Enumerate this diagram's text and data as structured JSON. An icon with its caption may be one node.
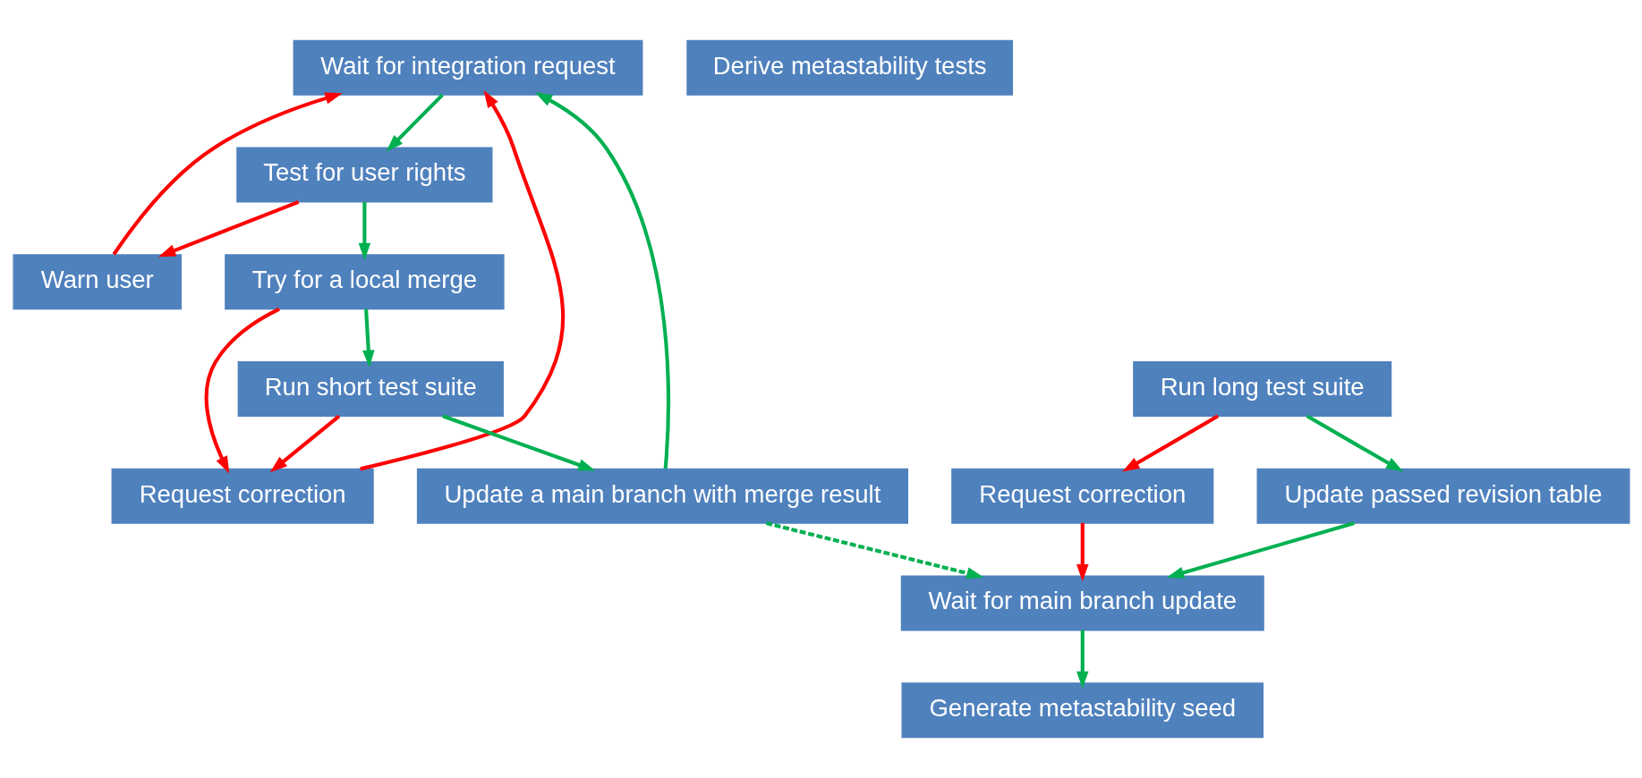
{
  "diagram": {
    "nodes": [
      {
        "text": [
          "Wait for integration request"
        ]
      },
      {
        "text": [
          "Warn user"
        ]
      },
      {
        "text": [
          "Update a main branch with merge result"
        ]
      },
      {
        "text": [
          "Test for user rights"
        ]
      },
      {
        "text": [
          "Request correction"
        ]
      },
      {
        "text": [
          "Wait for main branch update"
        ]
      },
      {
        "text": [
          "Request correction"
        ]
      },
      {
        "text": [
          "Update passed revision table"
        ]
      },
      {
        "text": [
          "Try for a local merge"
        ]
      },
      {
        "text": [
          "Generate metastability seed"
        ]
      },
      {
        "text": [
          "Derive metastability tests"
        ]
      },
      {
        "text": [
          "Run short test suite"
        ]
      },
      {
        "text": [
          "Run long test suite"
        ]
      }
    ],
    "edges": [
      {
        "from": 0,
        "to": 3,
        "arrow": "to"
      },
      {
        "from": 3,
        "to": 1,
        "arrow": "to",
        "color": "#ff0000"
      },
      {
        "from": 1,
        "to": 0,
        "arrow": "to",
        "color": "#ff0000"
      },
      {
        "from": 3,
        "to": 8,
        "arrow": "to"
      },
      {
        "from": 8,
        "to": 4,
        "arrow": "to",
        "color": "#ff0000"
      },
      {
        "from": 11,
        "to": 4,
        "arrow": "to",
        "color": "#ff0000"
      },
      {
        "from": 4,
        "to": 0,
        "arrow": "to",
        "color": "#ff0000"
      },
      {
        "from": 8,
        "to": 11,
        "arrow": "to"
      },
      {
        "from": 11,
        "to": 2,
        "arrow": "to"
      },
      {
        "from": 2,
        "to": 0,
        "arrow": "to"
      },
      {
        "from": 2,
        "to": 5,
        "arrow": "to",
        "style": "dashed"
      },
      {
        "from": 5,
        "to": 9,
        "arrow": "to"
      },
      {
        "from": 12,
        "to": 6,
        "arrow": "to",
        "color": "#ff0000"
      },
      {
        "from": 6,
        "to": 5,
        "arrow": "to",
        "color": "#ff0000"
      },
      {
        "from": 12,
        "to": 7,
        "arrow": "to"
      },
      {
        "from": 7,
        "to": 5,
        "arrow": "to"
      }
    ]
  }
}
